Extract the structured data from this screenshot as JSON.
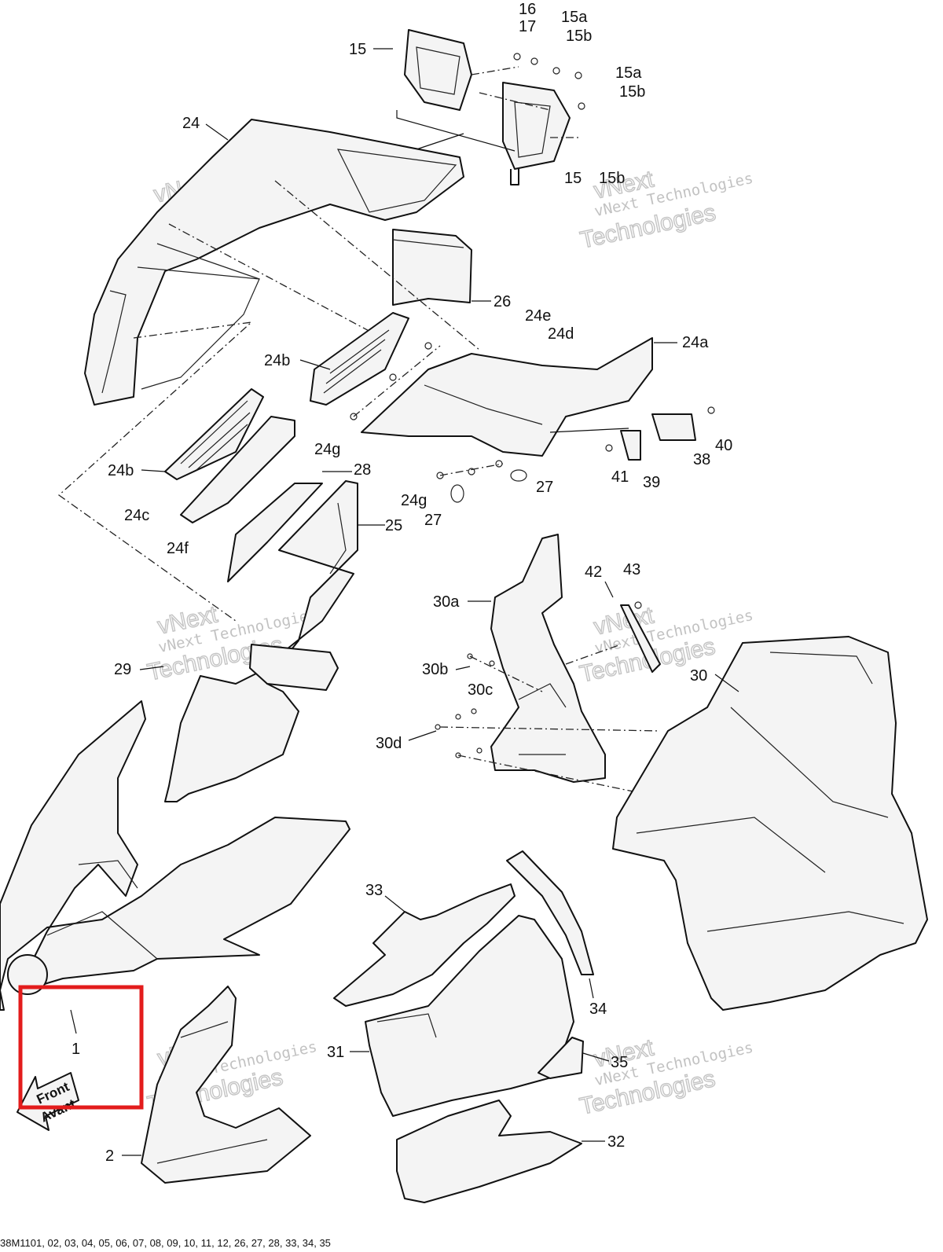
{
  "diagram": {
    "callouts": [
      "16",
      "17",
      "15a",
      "15b",
      "15a",
      "15b",
      "15",
      "24",
      "15",
      "15b",
      "26",
      "24e",
      "24d",
      "24a",
      "24b",
      "24g",
      "40",
      "38",
      "41",
      "39",
      "24b",
      "28",
      "27",
      "24g",
      "27",
      "24c",
      "25",
      "24f",
      "42",
      "43",
      "30a",
      "29",
      "30b",
      "30c",
      "30",
      "30d",
      "33",
      "34",
      "31",
      "35",
      "1",
      "2",
      "32"
    ],
    "watermark": {
      "line1": "vNext",
      "line2": "vNext Technologies",
      "line3": "Technologies"
    },
    "front_label": [
      "Front",
      "Avant"
    ],
    "footer_code": "38M1101, 02, 03, 04, 05, 06, 07, 08, 09, 10, 11, 12, 26, 27, 28, 33, 34, 35",
    "highlight_target": "1"
  }
}
